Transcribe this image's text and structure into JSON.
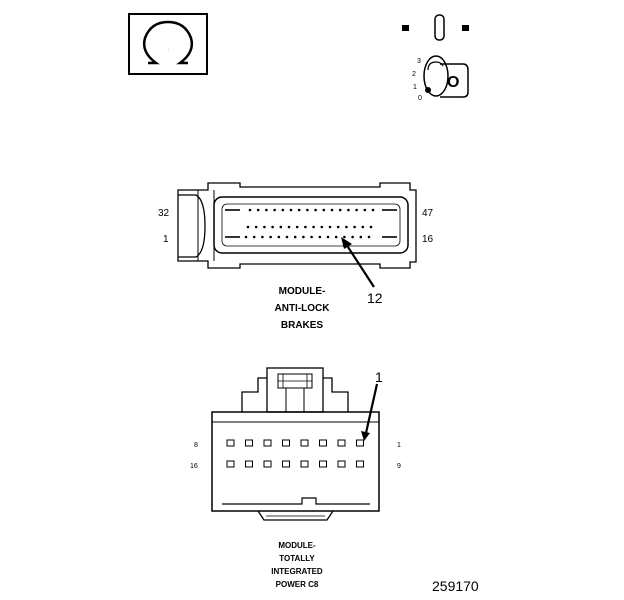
{
  "ohm_symbol": "Ω",
  "ignition": {
    "key_letter": "O",
    "positions": [
      "3",
      "2",
      "1",
      "0"
    ]
  },
  "abs_connector": {
    "pin_top_left": "32",
    "pin_bottom_left": "1",
    "pin_top_right": "47",
    "pin_bottom_right": "16",
    "callout": "12",
    "label_lines": [
      "MODULE-",
      "ANTI-LOCK",
      "BRAKES"
    ]
  },
  "tipm_connector": {
    "pin_top_left": "8",
    "pin_bottom_left": "16",
    "pin_top_right": "1",
    "pin_bottom_right": "9",
    "callout": "1",
    "label_lines": [
      "MODULE-",
      "TOTALLY",
      "INTEGRATED",
      "POWER C8"
    ]
  },
  "figure_number": "259170"
}
